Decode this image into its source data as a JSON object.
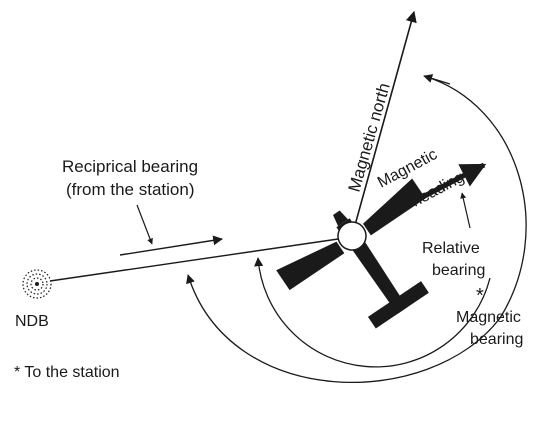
{
  "labels": {
    "magnetic_north": "Magnetic north",
    "magnetic_heading_1": "Magnetic",
    "magnetic_heading_2": "heading",
    "reciprocal_1": "Reciprical bearing",
    "reciprocal_2": "(from the station)",
    "relative_1": "Relative",
    "relative_2": "bearing",
    "asterisk": "*",
    "magnetic_bearing_1": "Magnetic",
    "magnetic_bearing_2": "bearing",
    "ndb": "NDB",
    "footnote": "* To the station"
  },
  "colors": {
    "ink": "#1a1a1a",
    "paper": "#ffffff"
  }
}
